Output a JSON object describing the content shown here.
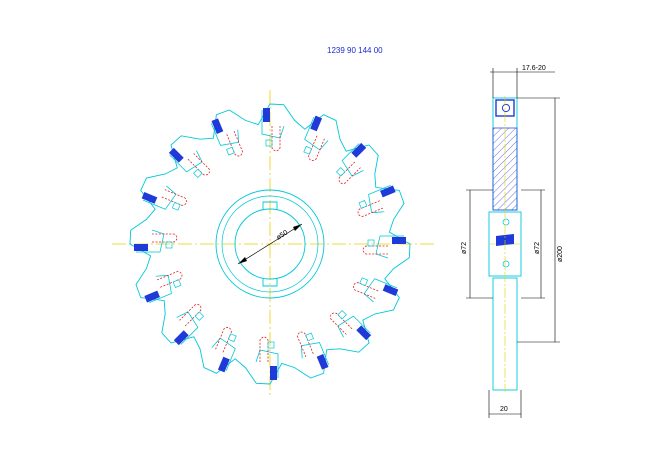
{
  "drawing": {
    "part_number": "1239 90 144 00",
    "bore_label": "ø50",
    "dim_width_top": "17.6-20",
    "dim_hub_left": "ø72",
    "dim_hub_right": "ø72",
    "dim_outer": "ø200",
    "dim_width_bottom": "20"
  },
  "colors": {
    "outline": "#00c8d8",
    "centerline": "#e8d000",
    "insert": "#1f3ad8",
    "seat": "#e02020",
    "dimension": "#000000",
    "title": "#1a2bd6"
  },
  "cutter": {
    "tooth_count": 16
  }
}
